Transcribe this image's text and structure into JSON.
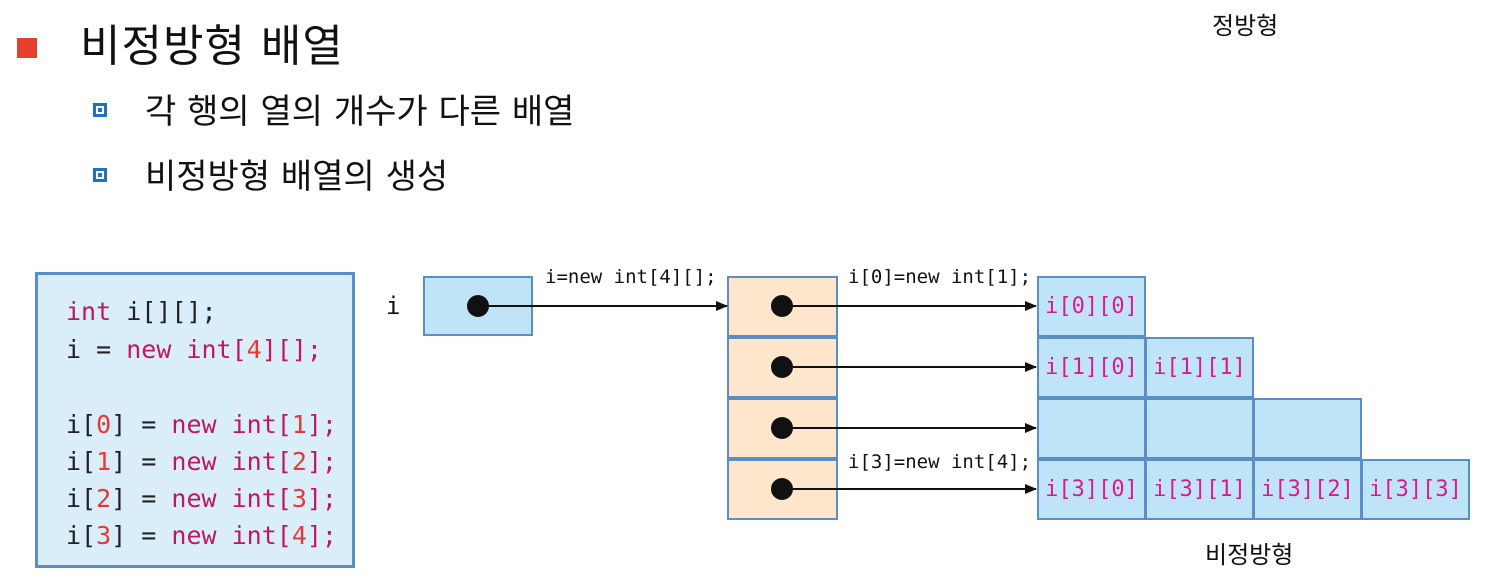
{
  "title": "비정방형 배열",
  "top_right_label": "정방형",
  "bullets": [
    "각 행의 열의 개수가 다른 배열",
    "비정방형 배열의 생성"
  ],
  "code": {
    "line1_a": "int",
    "line1_b": " i[][];",
    "line2_a": "i = ",
    "line2_b": "new",
    "line2_c": " int[",
    "line2_d": "4",
    "line2_e": "][];",
    "rows": [
      {
        "a": "i[",
        "b": "0",
        "c": "] = ",
        "d": "new",
        "e": " int[",
        "f": "1",
        "g": "];"
      },
      {
        "a": "i[",
        "b": "1",
        "c": "] = ",
        "d": "new",
        "e": " int[",
        "f": "2",
        "g": "];"
      },
      {
        "a": "i[",
        "b": "2",
        "c": "] = ",
        "d": "new",
        "e": " int[",
        "f": "3",
        "g": "];"
      },
      {
        "a": "i[",
        "b": "3",
        "c": "] = ",
        "d": "new",
        "e": " int[",
        "f": "4",
        "g": "];"
      }
    ]
  },
  "diagram": {
    "var_label": "i",
    "edge_labels": {
      "alloc_rows": "i=new int[4][];",
      "alloc_row0": "i[0]=new int[1];",
      "alloc_row3": "i[3]=new int[4];"
    },
    "row0": [
      "i[0][0]"
    ],
    "row1": [
      "i[1][0]",
      "i[1][1]"
    ],
    "row2": [
      "",
      "",
      ""
    ],
    "row3": [
      "i[3][0]",
      "i[3][1]",
      "i[3][2]",
      "i[3][3]"
    ],
    "caption": "비정방형",
    "colors": {
      "array_cell": "#bfe4f8",
      "pointer_cell": "#fde6cc",
      "border": "#5b8ec6",
      "cell_text": "#d81b8a",
      "keyword": "#c2185b",
      "number": "#e53935",
      "main_bullet": "#e8402e",
      "sub_bullet": "#1e73be"
    }
  }
}
